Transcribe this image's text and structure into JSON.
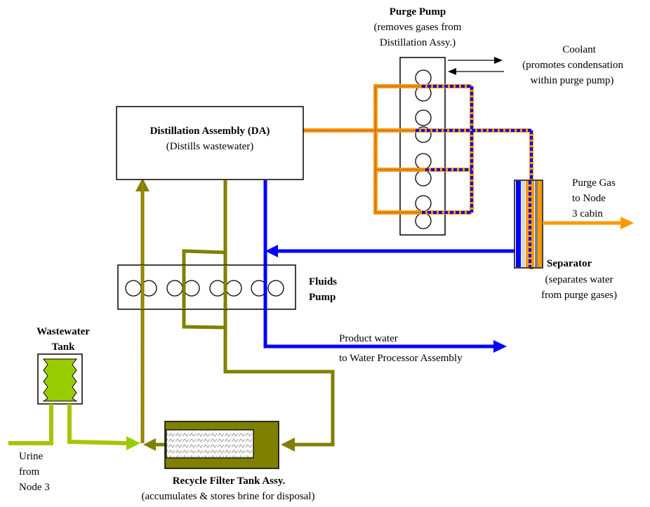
{
  "colors": {
    "wastewater": "#99cc00",
    "brine": "#808000",
    "product_water": "#0000ff",
    "purge_gas": "#ff9900",
    "outline": "#000000",
    "background": "#ffffff"
  },
  "components": {
    "purge_pump": {
      "title": "Purge Pump",
      "desc_line1": "(removes gases from",
      "desc_line2": "Distillation Assy.)"
    },
    "coolant": {
      "title": "Coolant",
      "desc_line1": "(promotes condensation",
      "desc_line2": "within purge pump)"
    },
    "distillation_assembly": {
      "title": "Distillation Assembly (DA)",
      "desc": "(Distills wastewater)"
    },
    "fluids_pump": {
      "title_line1": "Fluids",
      "title_line2": "Pump"
    },
    "separator": {
      "title": "Separator",
      "desc_line1": "(separates water",
      "desc_line2": "from purge gases)"
    },
    "wastewater_tank": {
      "title_line1": "Wastewater",
      "title_line2": "Tank"
    },
    "recycle_filter_tank": {
      "title": "Recycle Filter Tank Assy.",
      "desc": "(accumulates & stores brine for disposal)"
    }
  },
  "flows": {
    "purge_gas_out": {
      "line1": "Purge Gas",
      "line2": "to Node",
      "line3": "3 cabin"
    },
    "product_water": {
      "line1": "Product water",
      "line2": "to Water Processor Assembly"
    },
    "urine_in": {
      "line1": "Urine",
      "line2": "from",
      "line3": "Node 3"
    }
  }
}
